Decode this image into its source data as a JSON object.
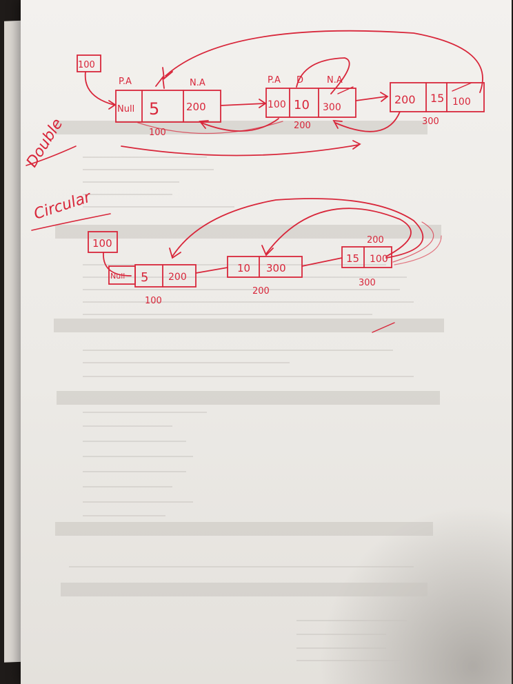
{
  "section_labels": {
    "double": "Double",
    "circular": "Circular"
  },
  "double_list": {
    "head_pointer": "100",
    "field_labels": {
      "prev": "P.A",
      "data": "D",
      "next": "N.A"
    },
    "nodes": [
      {
        "prev": "Null",
        "data": "5",
        "next": "200",
        "address": "100"
      },
      {
        "prev": "100",
        "data": "10",
        "next": "300",
        "address": "200"
      },
      {
        "prev": "200",
        "data": "15",
        "next": "100",
        "address": "300"
      }
    ]
  },
  "circular_list": {
    "head_pointer": "100",
    "nodes": [
      {
        "prefix": "Null",
        "data": "5",
        "next": "200",
        "address": "100"
      },
      {
        "data": "10",
        "next": "300",
        "address": "200"
      },
      {
        "data": "15",
        "next": "100",
        "address": "300"
      }
    ],
    "top_label": "200"
  },
  "ink_color": "#d8263a"
}
